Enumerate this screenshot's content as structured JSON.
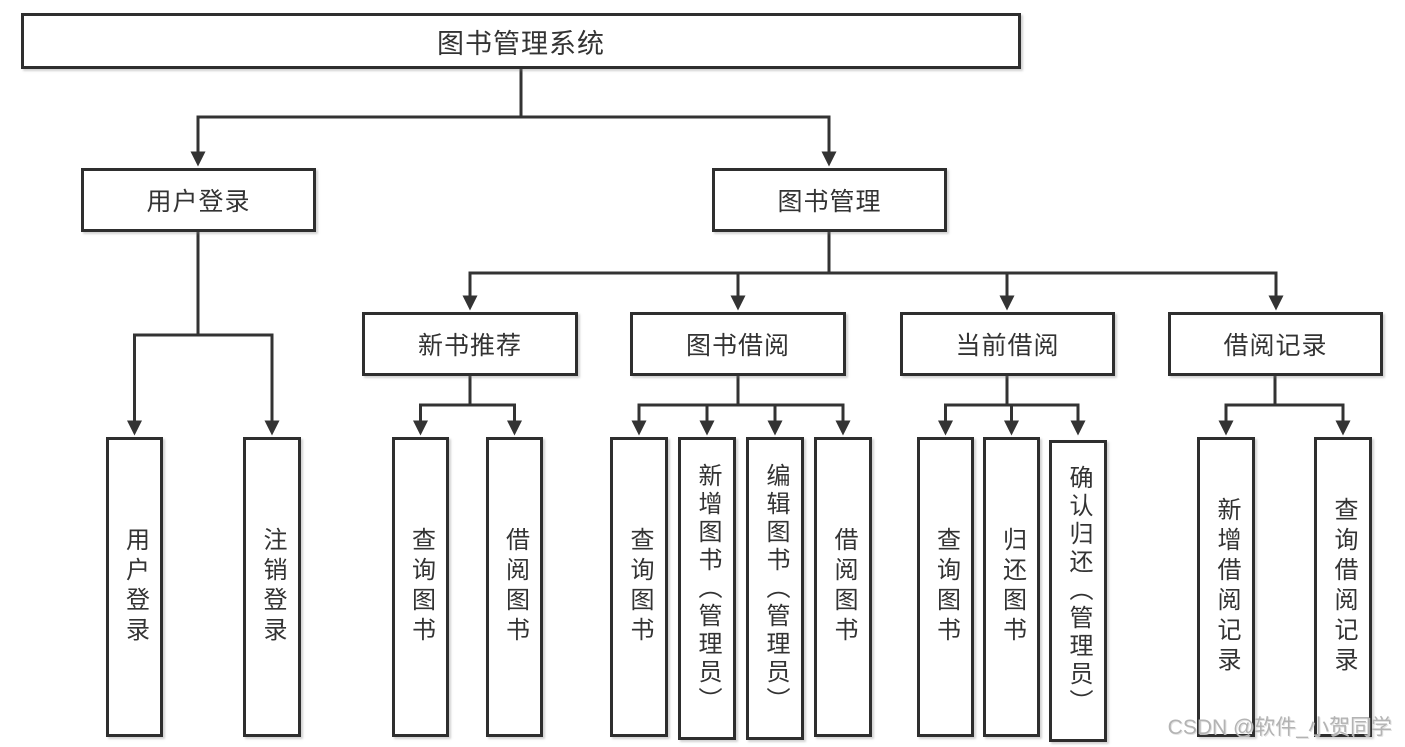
{
  "diagram": {
    "root": "图书管理系统",
    "branches": [
      {
        "label": "用户登录",
        "children": [
          "用户登录",
          "注销登录"
        ]
      },
      {
        "label": "图书管理",
        "sections": [
          {
            "label": "新书推荐",
            "children": [
              "查询图书",
              "借阅图书"
            ]
          },
          {
            "label": "图书借阅",
            "children": [
              "查询图书",
              "新增图书（管理员）",
              "编辑图书（管理员）",
              "借阅图书"
            ]
          },
          {
            "label": "当前借阅",
            "children": [
              "查询图书",
              "归还图书",
              "确认归还（管理员）"
            ]
          },
          {
            "label": "借阅记录",
            "children": [
              "新增借阅记录",
              "查询借阅记录"
            ]
          }
        ]
      }
    ]
  },
  "colors": {
    "line": "#333333",
    "box_border": "#2e2e2e",
    "text": "#333333",
    "watermark": "#b3b3b3",
    "background": "#ffffff"
  },
  "watermark": {
    "text": "CSDN @软件_小贺同学"
  }
}
